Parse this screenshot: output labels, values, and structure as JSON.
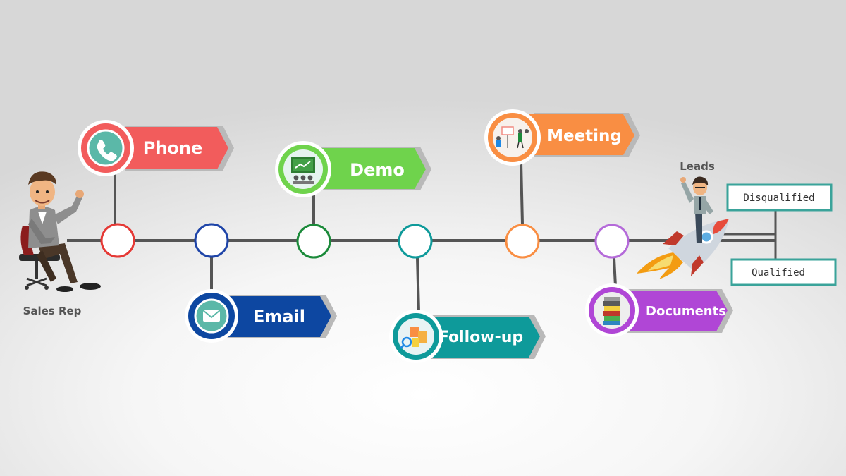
{
  "actors": {
    "sales_rep": "Sales Rep",
    "leads": "Leads"
  },
  "stages": [
    {
      "id": "phone",
      "label": "Phone",
      "color": "#f25c5c",
      "icon": "phone-icon"
    },
    {
      "id": "email",
      "label": "Email",
      "color": "#0d47a1",
      "icon": "email-icon"
    },
    {
      "id": "demo",
      "label": "Demo",
      "color": "#6fd34c",
      "icon": "presentation-icon"
    },
    {
      "id": "follow_up",
      "label": "Follow-up",
      "color": "#0e9a9a",
      "icon": "search-documents-icon"
    },
    {
      "id": "meeting",
      "label": "Meeting",
      "color": "#f98e43",
      "icon": "meeting-icon"
    },
    {
      "id": "documents",
      "label": "Documents",
      "color": "#b046d6",
      "icon": "documents-stack-icon"
    }
  ],
  "node_colors": [
    "#e53935",
    "#1e44a8",
    "#1b8a3a",
    "#0e9a9a",
    "#f98e43",
    "#b46ad9"
  ],
  "outcomes": {
    "disqualified": "Disqualified",
    "qualified": "Qualified",
    "border_color": "#3aa39a"
  },
  "line_color": "#555555"
}
